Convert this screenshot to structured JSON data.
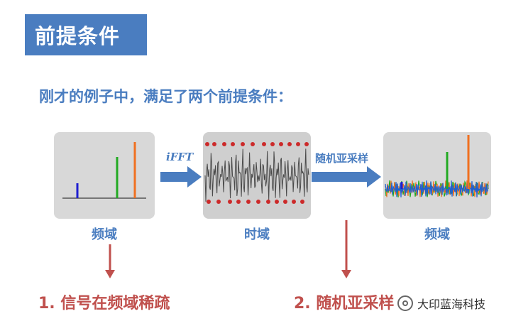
{
  "header": {
    "title": "前提条件"
  },
  "subtitle": "刚才的例子中，满足了两个前提条件：",
  "panels": {
    "left_caption": "频域",
    "mid_caption": "时域",
    "right_caption": "频域"
  },
  "arrows": {
    "ifft_label": "iFFT",
    "sampling_label": "随机亚采样"
  },
  "conditions": {
    "first": "1. 信号在频域稀疏",
    "second": "2. 随机亚采样"
  },
  "watermark": {
    "text": "大印蓝海科技"
  },
  "colors": {
    "accent_blue": "#4a7dc0",
    "accent_red": "#c0504d",
    "spike_blue": "#1f1fd0",
    "spike_green": "#22aa22",
    "spike_orange": "#f07020",
    "sample_dot": "#cc2a2a"
  },
  "chart_data": {
    "type": "bar",
    "spikes": [
      {
        "color": "blue",
        "value": 0.3
      },
      {
        "color": "green",
        "value": 0.67
      },
      {
        "color": "orange",
        "value": 1.0
      }
    ]
  }
}
